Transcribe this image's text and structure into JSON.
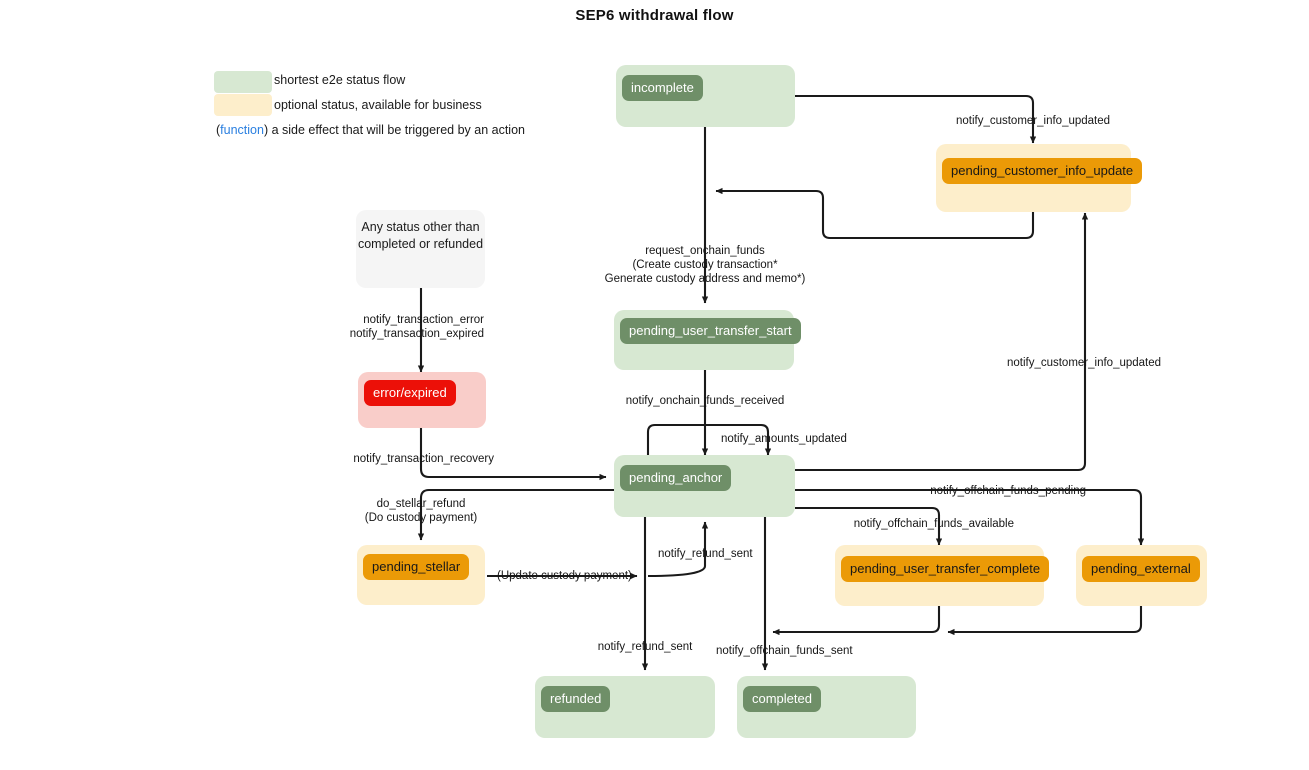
{
  "title": "SEP6 withdrawal flow",
  "legend": {
    "items": [
      {
        "label": "shortest e2e status flow",
        "color": "#d7e8d2"
      },
      {
        "label": "optional status, available for business",
        "color": "#fdeecb"
      }
    ],
    "function_note": {
      "open": "(",
      "word": "function",
      "rest": ") a side effect that will be triggered by an action",
      "color": "#2a7fe0"
    }
  },
  "nodes": {
    "incomplete": {
      "label": "incomplete",
      "kind": "green"
    },
    "pending_customer_info_update": {
      "label": "pending_customer_info_update",
      "kind": "amber"
    },
    "any_status": {
      "label": "Any status other than completed or refunded",
      "kind": "grey"
    },
    "error_expired": {
      "label": "error/expired",
      "kind": "red"
    },
    "pending_user_transfer_start": {
      "label": "pending_user_transfer_start",
      "kind": "green"
    },
    "pending_anchor": {
      "label": "pending_anchor",
      "kind": "green"
    },
    "pending_stellar": {
      "label": "pending_stellar",
      "kind": "amber"
    },
    "pending_user_transfer_complete": {
      "label": "pending_user_transfer_complete",
      "kind": "amber"
    },
    "pending_external": {
      "label": "pending_external",
      "kind": "amber"
    },
    "refunded": {
      "label": "refunded",
      "kind": "green"
    },
    "completed": {
      "label": "completed",
      "kind": "green"
    }
  },
  "edge_labels": {
    "notify_customer_info_updated_top": "notify_customer_info_updated",
    "notify_customer_info_updated_right": "notify_customer_info_updated",
    "request_onchain_funds": "request_onchain_funds",
    "create_custody_transaction": "(Create custody transaction*",
    "generate_custody_address": "Generate custody address and memo*)",
    "notify_transaction_error": "notify_transaction_error",
    "notify_transaction_expired": "notify_transaction_expired",
    "notify_transaction_recovery": "notify_transaction_recovery",
    "notify_onchain_funds_received": "notify_onchain_funds_received",
    "notify_amounts_updated": "notify_amounts_updated",
    "do_stellar_refund": "do_stellar_refund",
    "do_custody_payment": "(Do custody payment)",
    "update_custody_payment": "(Update custody payment)",
    "notify_refund_sent_up": "notify_refund_sent",
    "notify_refund_sent_down": "notify_refund_sent",
    "notify_offchain_funds_pending": "notify_offchain_funds_pending",
    "notify_offchain_funds_available": "notify_offchain_funds_available",
    "notify_offchain_funds_sent": "notify_offchain_funds_sent"
  },
  "colors": {
    "green_box": "#d7e8d2",
    "green_chip": "#6f8f68",
    "amber_box": "#fdeecb",
    "amber_chip": "#eb9a07",
    "red_box": "#f9cdc9",
    "red_chip": "#ec1008",
    "grey_box": "#f5f5f5",
    "function_blue": "#2a7fe0",
    "edge": "#1a1a1a"
  }
}
